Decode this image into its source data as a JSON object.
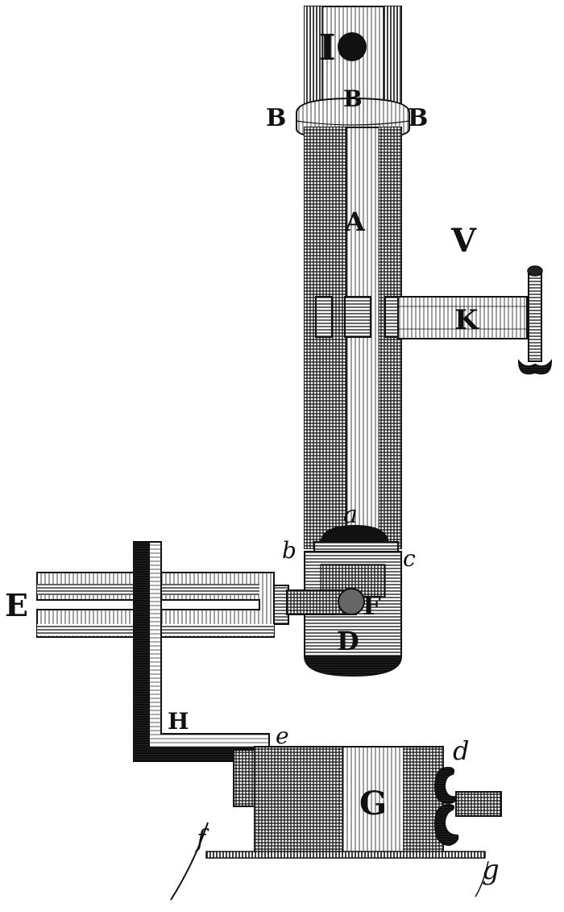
{
  "figure": {
    "labels": {
      "I": "I",
      "B_left": "B",
      "B_center": "B",
      "B_right": "B",
      "A": "A",
      "V": "V",
      "K": "K",
      "a": "a",
      "b": "b",
      "c": "c",
      "E": "E",
      "F": "F",
      "D": "D",
      "H": "H",
      "e": "e",
      "d": "d",
      "G": "G",
      "f": "f",
      "g": "g"
    },
    "colors": {
      "ink": "#111111",
      "paper": "#ffffff"
    }
  }
}
